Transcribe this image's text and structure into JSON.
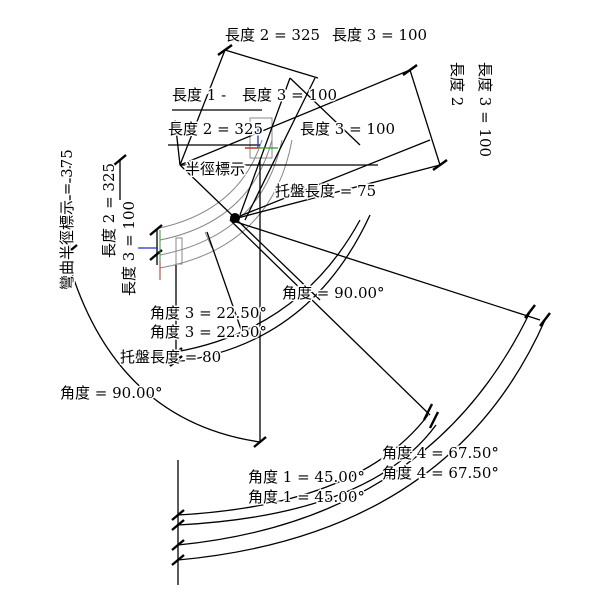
{
  "drawing": {
    "dimensions": {
      "length2_top": "長度 2 = 325",
      "length3_top": "長度 3 = 100",
      "length3_mid": "長度 3 = 100",
      "length1": "長度 1 -",
      "length2_left": "長度 2 = 325",
      "length3_diag": "長度 3 = 100",
      "length2_right": "長度 2",
      "length3_right": "長度 3 = 100",
      "length2_side": "長度 2 = 325",
      "length3_side": "長度 3 = 100",
      "bend_radius": "彎曲半徑標示 = 375",
      "bend_radius_inner": "半徑標示",
      "tray_length_inner": "托盤長度 = 75",
      "tray_length": "托盤長度 = 80",
      "angle3_a": "角度 3 = 22.50°",
      "angle3_b": "角度 3 = 22.50°",
      "angle_90_a": "角度 = 90.00°",
      "angle_90_b": "角度 = 90.00°",
      "angle1_a": "角度 1 = 45.00°",
      "angle1_b": "角度 1 = 45.00°",
      "angle4_a": "角度 4 = 67.50°",
      "angle4_b": "角度 4 = 67.50°"
    },
    "axis_colors": {
      "x": "#2a9d2a",
      "y": "#1f2fd0",
      "z": "#d02020"
    }
  }
}
